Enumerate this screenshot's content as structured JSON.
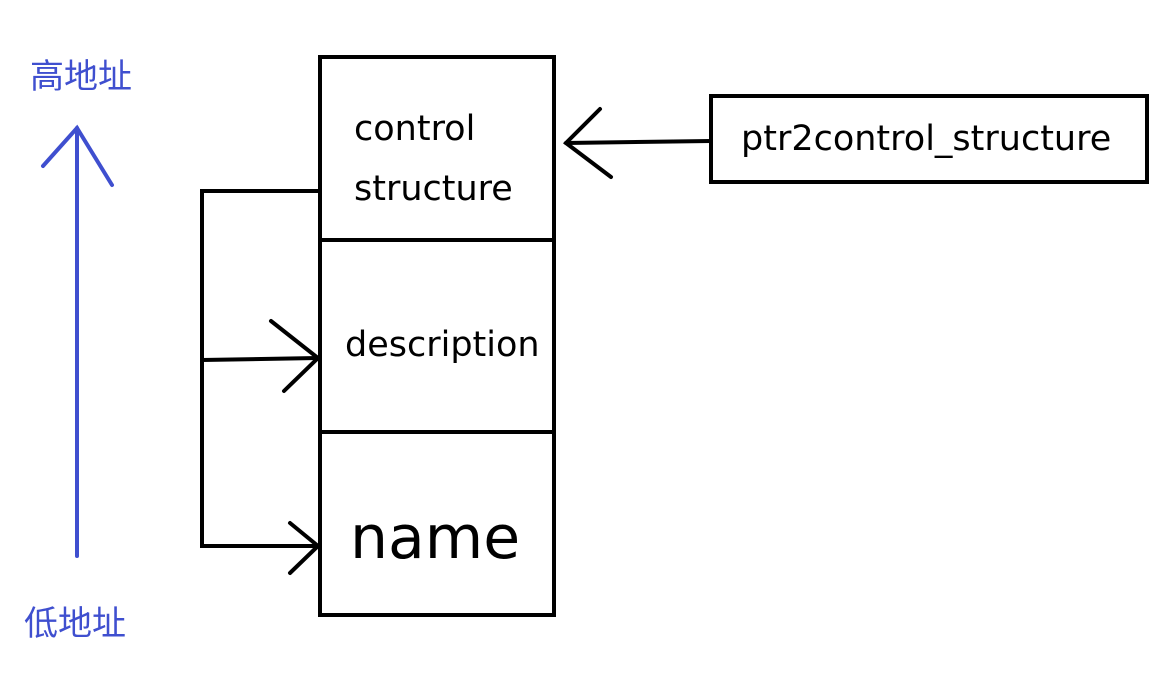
{
  "address_axis": {
    "high_label": "高地址",
    "low_label": "低地址",
    "color": "#3f4fcf"
  },
  "memory_block": {
    "cells": [
      {
        "lines": [
          "control",
          "structure"
        ]
      },
      {
        "lines": [
          "description"
        ]
      },
      {
        "lines": [
          "name"
        ]
      }
    ]
  },
  "pointer_box": {
    "label": "ptr2control_structure"
  }
}
